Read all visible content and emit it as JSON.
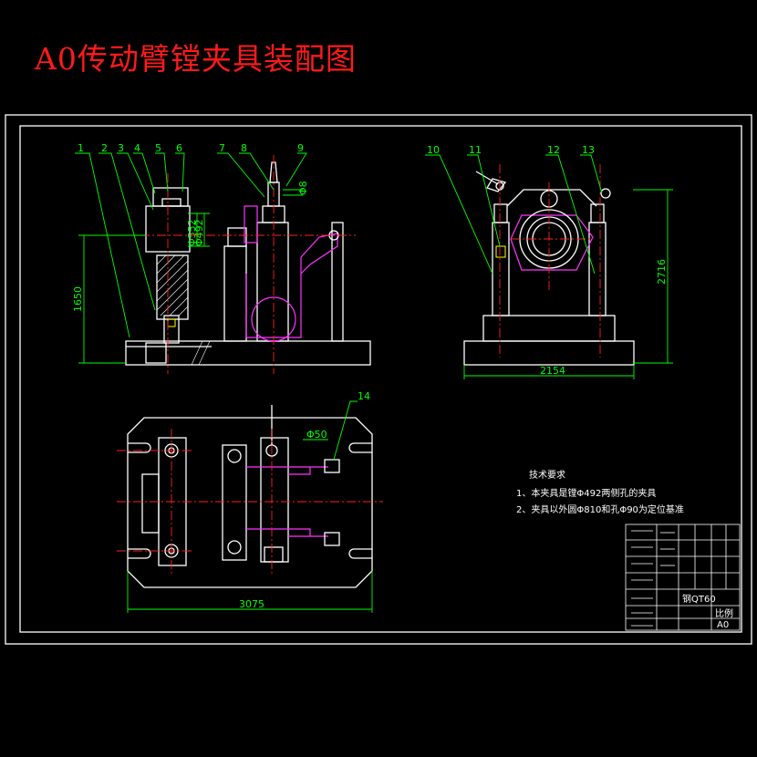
{
  "title": "A0传动臂镗夹具装配图",
  "part_numbers": [
    "1",
    "2",
    "3",
    "4",
    "5",
    "6",
    "7",
    "8",
    "9",
    "10",
    "11",
    "12",
    "13",
    "14"
  ],
  "dimensions": {
    "height_left": "1650",
    "height_right": "2716",
    "width_side": "2154",
    "width_plan": "3075",
    "dim_50": "Φ50",
    "dim_8": "Φ8",
    "dim_a": "Φ552",
    "dim_b": "Φ492"
  },
  "technical_requirements": {
    "heading": "技术要求",
    "items": [
      "1、本夹具是镗Φ492两侧孔的夹具",
      "2、夹具以外圆Φ810和孔Φ90为定位基准"
    ]
  },
  "title_block": {
    "material_label": "钢QT60",
    "scale_label": "比例",
    "sheet_label": "A0"
  },
  "colors": {
    "title": "#ff1a1a",
    "leader": "#00ff00",
    "centerline": "#ff2020",
    "part": "#ff33ff",
    "outline": "#ffffff",
    "dimension": "#00ff00",
    "highlight": "#ffff00"
  }
}
